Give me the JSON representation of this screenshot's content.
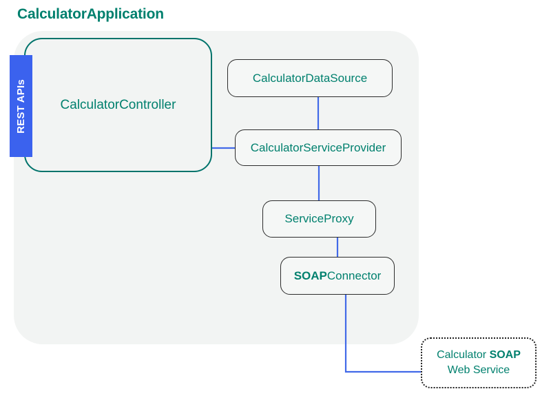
{
  "diagram": {
    "title": "CalculatorApplication",
    "colors": {
      "accent_teal": "#00806e",
      "controller_border_teal": "#00736b",
      "badge_blue": "#3b62ee",
      "connector_blue": "#4169e8",
      "panel_grey": "#f2f4f3",
      "node_border": "#2b2b2b",
      "node_fill": "#f5f7f6"
    },
    "badge": {
      "label": "REST APIs"
    },
    "nodes": {
      "controller": {
        "label": "CalculatorController"
      },
      "datasource": {
        "label": "CalculatorDataSource"
      },
      "serviceprovider": {
        "label": "CalculatorServiceProvider"
      },
      "serviceproxy": {
        "label": "ServiceProxy"
      },
      "soapconnector": {
        "label_bold": "SOAP",
        "label_rest": "Connector"
      },
      "webservice": {
        "line1_prefix": "Calculator ",
        "line1_bold": "SOAP",
        "line2": "Web Service"
      }
    },
    "connections": [
      {
        "from": "controller",
        "to": "serviceprovider"
      },
      {
        "from": "datasource",
        "to": "serviceprovider"
      },
      {
        "from": "serviceprovider",
        "to": "serviceproxy"
      },
      {
        "from": "serviceproxy",
        "to": "soapconnector"
      },
      {
        "from": "soapconnector",
        "to": "webservice"
      }
    ]
  }
}
